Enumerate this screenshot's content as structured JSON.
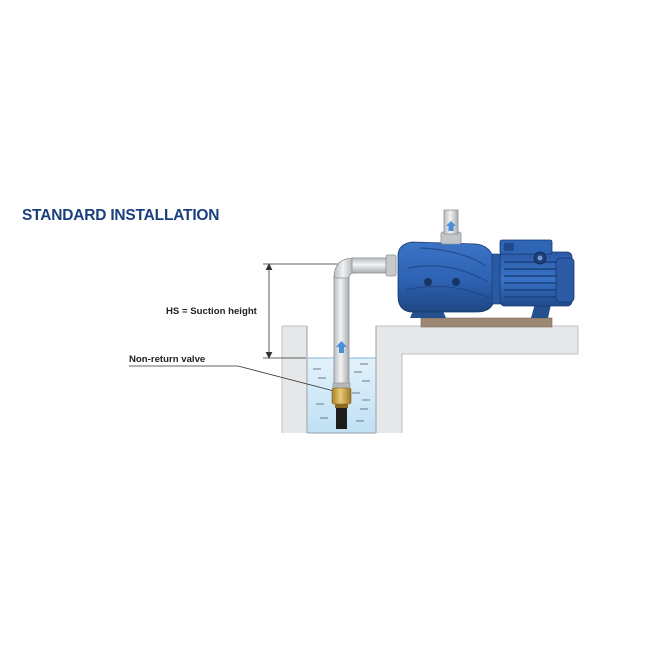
{
  "title": "STANDARD INSTALLATION",
  "labels": {
    "suction_height": "HS = Suction height",
    "non_return_valve": "Non-return valve"
  },
  "colors": {
    "title": "#1b3f7c",
    "pump_blue": "#2f65b5",
    "ground": "#e6e7e8",
    "water": "#cfe8f6",
    "pipe": "#d7d9dc",
    "valve": "#c8a14a",
    "base": "#9c8873",
    "flow_arrow": "#4a90d9"
  }
}
